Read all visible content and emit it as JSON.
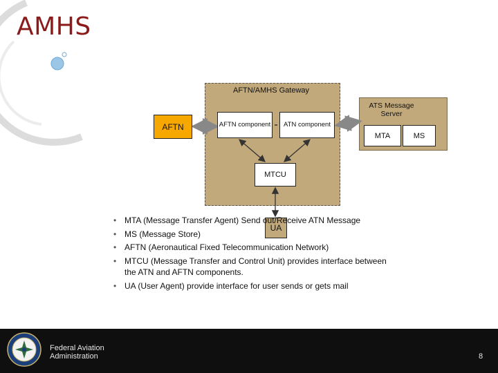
{
  "slide": {
    "title": "AMHS",
    "page_number": "8"
  },
  "diagram": {
    "gateway_title": "AFTN/AMHS Gateway",
    "aftn_node": "AFTN",
    "aftn_component": "AFTN component",
    "atn_component": "ATN component",
    "mtcu": "MTCU",
    "ua": "UA",
    "server_label": "ATS Message Server",
    "mta": "MTA",
    "ms": "MS"
  },
  "bullets": [
    "MTA (Message Transfer Agent) Send out/Receive ATN Message",
    "MS (Message Store)",
    "AFTN (Aeronautical Fixed Telecommunication Network)",
    "MTCU (Message Transfer and Control Unit) provides interface between the ATN and AFTN components.",
    "UA (User Agent) provide interface for user sends or gets mail"
  ],
  "footer": {
    "org_name": "Federal Aviation Administration",
    "logo_icon": "faa-seal-icon"
  },
  "colors": {
    "title": "#8b1a1a",
    "gateway_fill": "#c1a97c",
    "aftn_fill": "#f7a800",
    "footer": "#0f0f0f"
  }
}
